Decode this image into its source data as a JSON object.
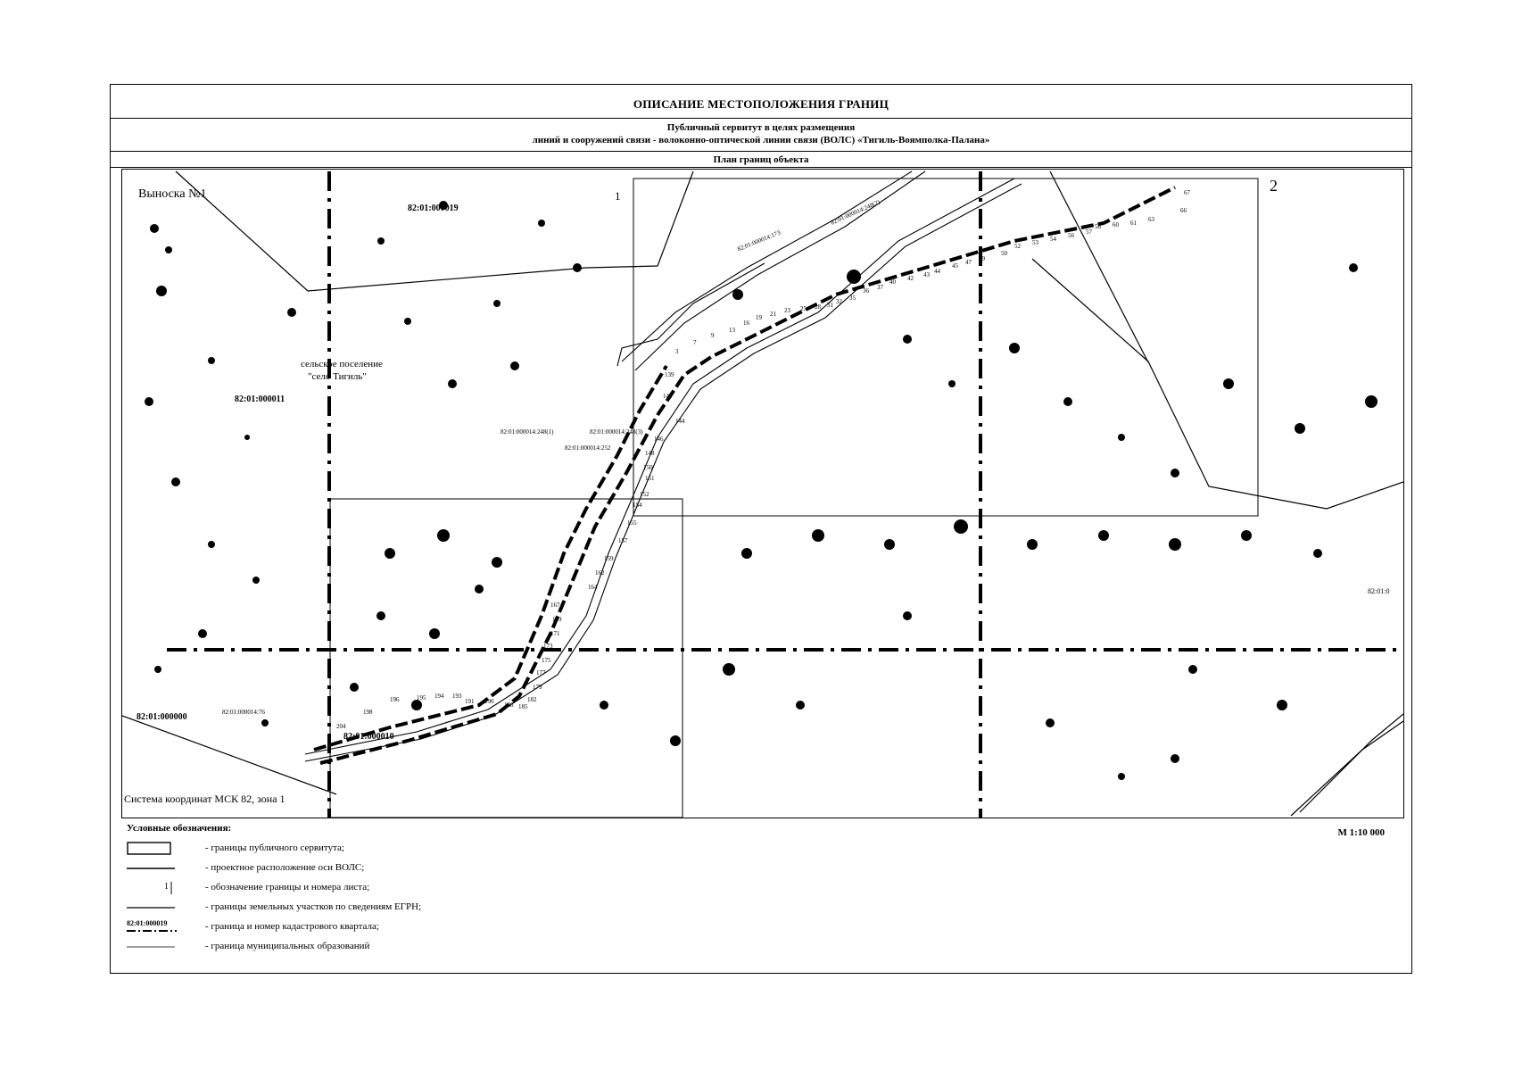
{
  "header": {
    "title": "ОПИСАНИЕ МЕСТОПОЛОЖЕНИЯ ГРАНИЦ",
    "subtitle_line1": "Публичный сервитут в целях размещения",
    "subtitle_line2": "линий и сооружений связи - волоконно-оптической линии связи (ВОЛС) «Тигиль-Воямполка-Палана»",
    "section": "План границ объекта"
  },
  "map": {
    "callout": "Выноска №1",
    "settlement_line1": "сельское поселение",
    "settlement_line2": "\"село Тигиль\"",
    "coordinate_system": "Система координат МСК 82, зона 1",
    "quarters": [
      "82:01:000019",
      "82:01:000011",
      "82:01:000000",
      "82:01:000010",
      "82:01:0"
    ],
    "parcels": [
      "82:01:000014:248(2)",
      "82:01:000014:173",
      "82:01:000014:248(1)",
      "82:01:000014:248(3)",
      "82:01:000014:252",
      "82:01:000014:76"
    ],
    "sheet_numbers": [
      "1",
      "2"
    ],
    "points": [
      "67",
      "66",
      "63",
      "61",
      "60",
      "58",
      "57",
      "56",
      "54",
      "53",
      "52",
      "50",
      "49",
      "47",
      "45",
      "44",
      "43",
      "42",
      "40",
      "37",
      "36",
      "35",
      "32",
      "31",
      "28",
      "25",
      "23",
      "21",
      "19",
      "16",
      "13",
      "9",
      "7",
      "3",
      "139",
      "141",
      "144",
      "146",
      "148",
      "150",
      "151",
      "152",
      "154",
      "155",
      "157",
      "159",
      "162",
      "164",
      "167",
      "169",
      "171",
      "173",
      "175",
      "177",
      "179",
      "182",
      "185",
      "188",
      "190",
      "191",
      "193",
      "194",
      "195",
      "196",
      "198",
      "204"
    ]
  },
  "legend": {
    "title": "Условные обозначения:",
    "items": [
      "- границы публичного сервитута;",
      "- проектное расположение оси ВОЛС;",
      "- обозначение границы и номера листа;",
      "- границы земельных участков по сведениям ЕГРН;",
      "- граница и номер кадастрового квартала;",
      "- граница муниципальных образований"
    ],
    "sample_sheet_no": "1",
    "sample_quarter": "82:01:000019",
    "scale": "М 1:10 000"
  },
  "colors": {
    "ink": "#000000",
    "paper": "#ffffff"
  }
}
